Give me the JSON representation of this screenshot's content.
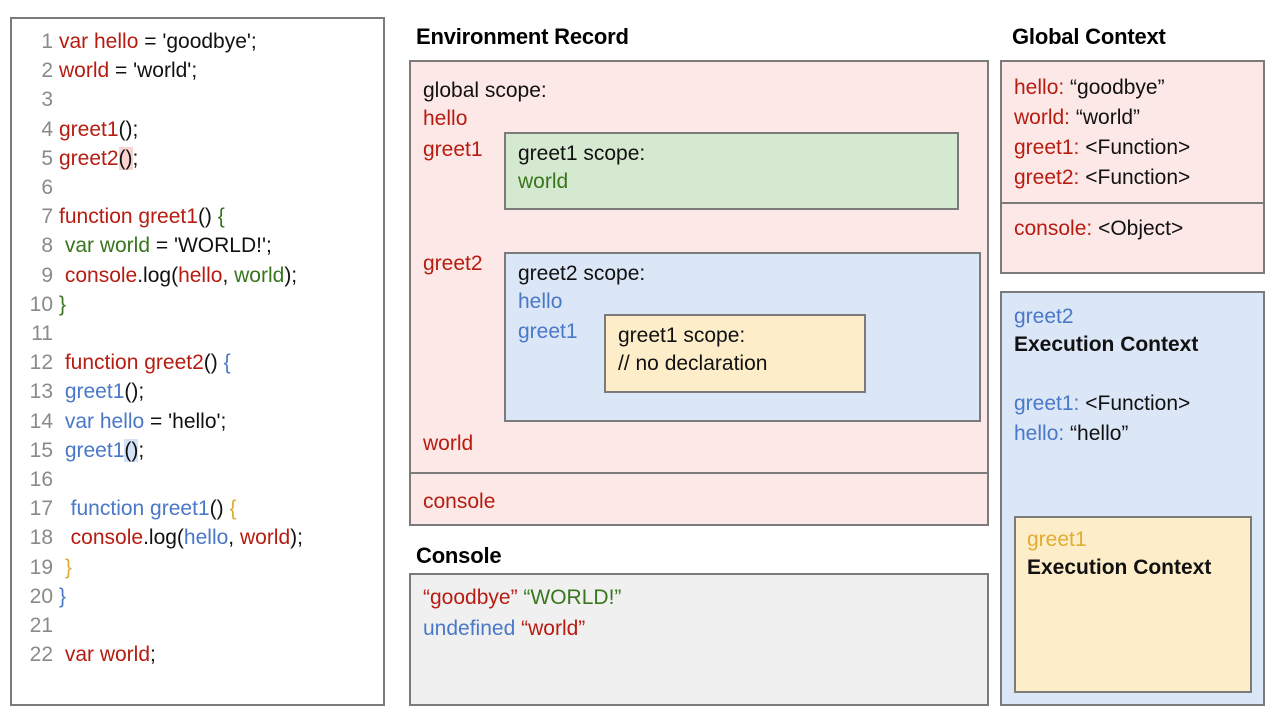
{
  "code_panel": {
    "lines": [
      {
        "n": "1",
        "tokens": [
          {
            "t": "var hello",
            "c": "red"
          },
          {
            "t": " = ",
            "c": "blk"
          },
          {
            "t": "'goodbye';",
            "c": "blk"
          }
        ]
      },
      {
        "n": "2",
        "tokens": [
          {
            "t": "world",
            "c": "red"
          },
          {
            "t": " = 'world';",
            "c": "blk"
          }
        ]
      },
      {
        "n": "3",
        "tokens": []
      },
      {
        "n": "4",
        "tokens": [
          {
            "t": "greet1",
            "c": "red"
          },
          {
            "t": "();",
            "c": "blk"
          }
        ]
      },
      {
        "n": "5",
        "tokens": [
          {
            "t": "greet2",
            "c": "red"
          },
          {
            "t": "()",
            "c": "blk",
            "hl": "hl-red"
          },
          {
            "t": ";",
            "c": "blk"
          }
        ]
      },
      {
        "n": "6",
        "tokens": []
      },
      {
        "n": "7",
        "tokens": [
          {
            "t": "function greet1",
            "c": "red"
          },
          {
            "t": "() ",
            "c": "blk"
          },
          {
            "t": "{",
            "c": "green"
          }
        ]
      },
      {
        "n": "8",
        "tokens": [
          {
            "t": " var world",
            "c": "green"
          },
          {
            "t": " = 'WORLD!';",
            "c": "blk"
          }
        ]
      },
      {
        "n": "9",
        "tokens": [
          {
            "t": " console",
            "c": "red"
          },
          {
            "t": ".log(",
            "c": "blk"
          },
          {
            "t": "hello",
            "c": "red"
          },
          {
            "t": ", ",
            "c": "blk"
          },
          {
            "t": "world",
            "c": "green"
          },
          {
            "t": ");",
            "c": "blk"
          }
        ]
      },
      {
        "n": "10",
        "tokens": [
          {
            "t": "}",
            "c": "green"
          }
        ]
      },
      {
        "n": "11",
        "tokens": []
      },
      {
        "n": "12",
        "tokens": [
          {
            "t": " function greet2",
            "c": "red"
          },
          {
            "t": "() ",
            "c": "blk"
          },
          {
            "t": "{",
            "c": "blue"
          }
        ]
      },
      {
        "n": "13",
        "tokens": [
          {
            "t": " greet1",
            "c": "blue"
          },
          {
            "t": "();",
            "c": "blk"
          }
        ]
      },
      {
        "n": "14",
        "tokens": [
          {
            "t": " var hello",
            "c": "blue"
          },
          {
            "t": " = 'hello';",
            "c": "blk"
          }
        ]
      },
      {
        "n": "15",
        "tokens": [
          {
            "t": " greet1",
            "c": "blue"
          },
          {
            "t": "()",
            "c": "blk",
            "hl": "hl-blue"
          },
          {
            "t": ";",
            "c": "blk"
          }
        ]
      },
      {
        "n": "16",
        "tokens": []
      },
      {
        "n": "17",
        "tokens": [
          {
            "t": "  function greet1",
            "c": "blue"
          },
          {
            "t": "() ",
            "c": "blk"
          },
          {
            "t": "{",
            "c": "gold"
          }
        ]
      },
      {
        "n": "18",
        "tokens": [
          {
            "t": "  console",
            "c": "red"
          },
          {
            "t": ".log(",
            "c": "blk"
          },
          {
            "t": "hello",
            "c": "blue"
          },
          {
            "t": ", ",
            "c": "blk"
          },
          {
            "t": "world",
            "c": "red"
          },
          {
            "t": ");",
            "c": "blk"
          }
        ]
      },
      {
        "n": "19",
        "tokens": [
          {
            "t": " }",
            "c": "gold"
          }
        ]
      },
      {
        "n": "20",
        "tokens": [
          {
            "t": "}",
            "c": "blue"
          }
        ]
      },
      {
        "n": "21",
        "tokens": []
      },
      {
        "n": "22",
        "tokens": [
          {
            "t": " var world",
            "c": "red"
          },
          {
            "t": ";",
            "c": "blk"
          }
        ]
      }
    ]
  },
  "environment_record": {
    "title": "Environment Record",
    "global_scope_heading": "global scope:",
    "global_bindings": [
      "hello",
      "greet1",
      "greet2",
      "world"
    ],
    "console_binding": "console",
    "greet1_scope": {
      "heading": "greet1 scope:",
      "bindings": [
        "world"
      ]
    },
    "greet2_scope": {
      "heading": "greet2 scope:",
      "bindings": [
        "hello",
        "greet1"
      ],
      "greet1_inner_scope": {
        "heading": "greet1 scope:",
        "bindings": [
          "// no declaration"
        ]
      }
    }
  },
  "console": {
    "title": "Console",
    "lines": [
      [
        {
          "t": "“goodbye”",
          "c": "red"
        },
        {
          "t": " ",
          "c": "blk"
        },
        {
          "t": "“WORLD!”",
          "c": "green"
        }
      ],
      [
        {
          "t": "undefined",
          "c": "blue"
        },
        {
          "t": " ",
          "c": "blk"
        },
        {
          "t": "“world”",
          "c": "red"
        }
      ]
    ]
  },
  "global_context": {
    "title": "Global Context",
    "entries": [
      {
        "key": "hello:",
        "value": "“goodbye”"
      },
      {
        "key": "world:",
        "value": "“world”"
      },
      {
        "key": "greet1:",
        "value": "<Function>"
      },
      {
        "key": "greet2:",
        "value": "<Function>"
      }
    ],
    "console_entry": {
      "key": "console:",
      "value": "<Object>"
    }
  },
  "greet2_execution_context": {
    "name": "greet2",
    "subtitle": "Execution Context",
    "entries": [
      {
        "key": "greet1:",
        "value": "<Function>"
      },
      {
        "key": "hello:",
        "value": "“hello”"
      }
    ],
    "greet1_execution_context": {
      "name": "greet1",
      "subtitle": "Execution Context"
    }
  },
  "colors": {
    "global_red": "#b71c11",
    "greet1_green": "#38761d",
    "greet2_blue": "#4a78c8",
    "greet1_inner_gold": "#e0ac31",
    "pink_bg": "#fce8e7",
    "green_bg": "#d5e8d0",
    "blue_bg": "#dbe6f7",
    "yellow_bg": "#fdeec9",
    "gray_bg": "#f0f0f0",
    "border": "#7b7b7b"
  }
}
